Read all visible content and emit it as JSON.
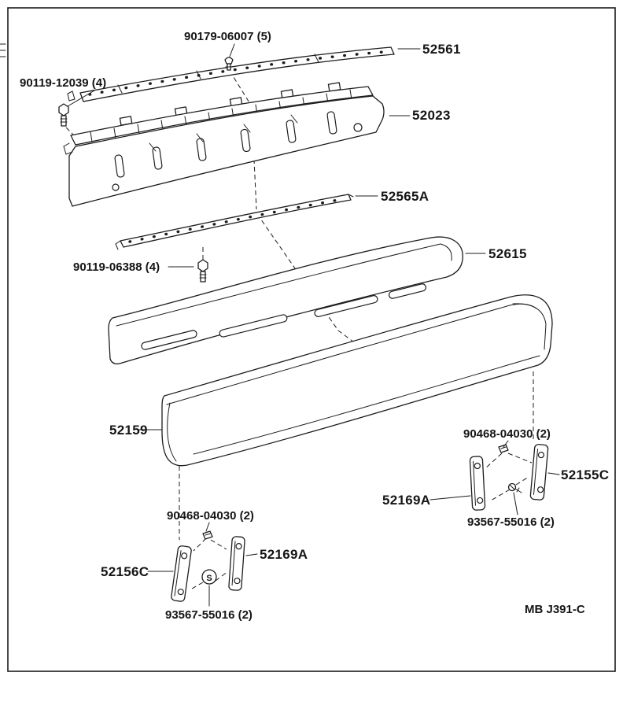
{
  "page": {
    "background": "#ffffff",
    "line_color": "#1c1c1c",
    "diagram_code": "MB J391-C"
  },
  "callouts": {
    "fastener_90179": {
      "label": "90179-06007 (5)"
    },
    "part_52561": {
      "label": "52561"
    },
    "bolt_90119_12039": {
      "label": "90119-12039 (4)"
    },
    "part_52023": {
      "label": "52023"
    },
    "part_52565A": {
      "label": "52565A"
    },
    "bolt_90119_06388": {
      "label": "90119-06388 (4)"
    },
    "part_52615": {
      "label": "52615"
    },
    "part_52159": {
      "label": "52159"
    },
    "clip_90468_right": {
      "label": "90468-04030 (2)"
    },
    "part_52155C": {
      "label": "52155C"
    },
    "part_52169A_right": {
      "label": "52169A"
    },
    "screw_93567_right": {
      "label": "93567-55016 (2)"
    },
    "clip_90468_left": {
      "label": "90468-04030 (2)"
    },
    "part_52169A_left": {
      "label": "52169A"
    },
    "part_52156C": {
      "label": "52156C"
    },
    "screw_93567_left": {
      "label": "93567-55016 (2)"
    }
  },
  "symbols": {
    "screw_marker": "S"
  }
}
